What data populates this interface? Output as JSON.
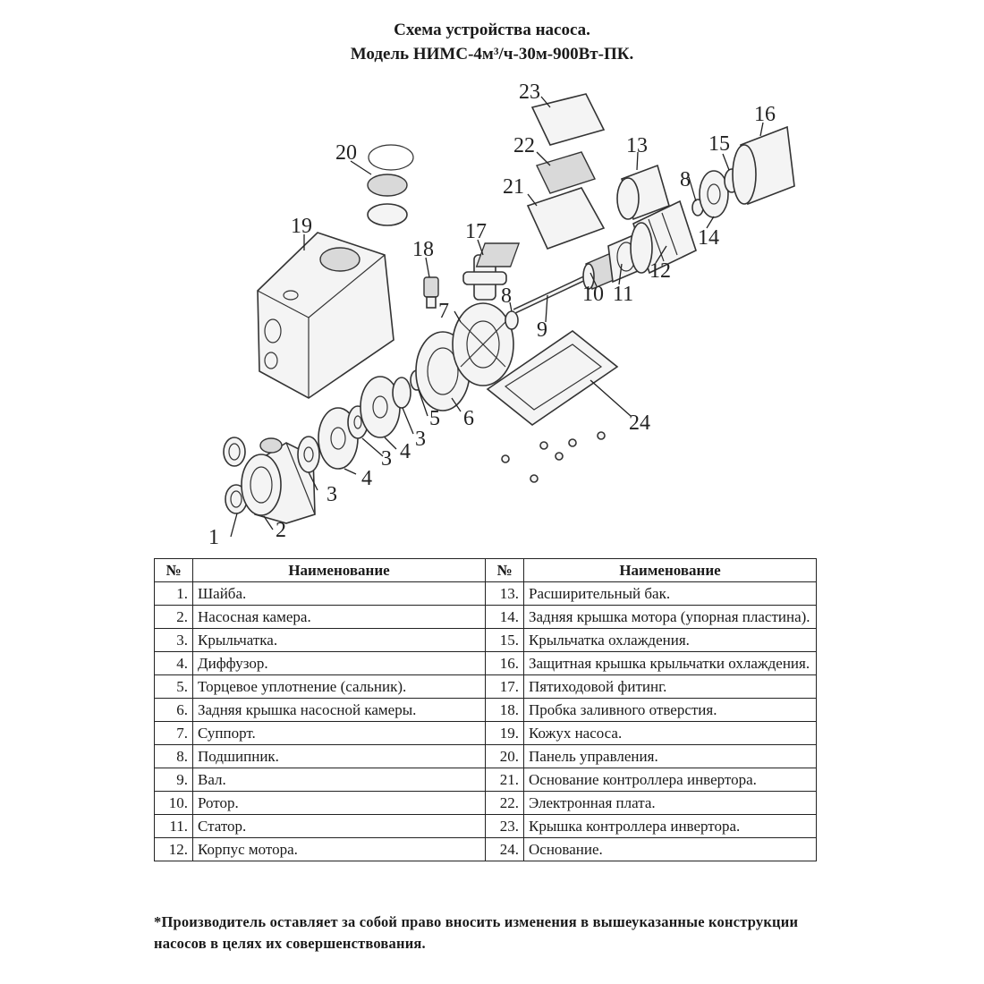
{
  "title": {
    "line1": "Схема устройства насоса.",
    "line2": "Модель НИМС-4м³/ч-30м-900Вт-ПК."
  },
  "callouts": [
    "1",
    "2",
    "3",
    "3",
    "3",
    "4",
    "4",
    "5",
    "6",
    "7",
    "8",
    "8",
    "9",
    "10",
    "11",
    "12",
    "13",
    "14",
    "15",
    "16",
    "17",
    "18",
    "19",
    "20",
    "21",
    "22",
    "23",
    "24"
  ],
  "table": {
    "headers": {
      "num_left": "№",
      "name_left": "Наименование",
      "num_right": "№",
      "name_right": "Наименование"
    },
    "rows": [
      {
        "n1": "1.",
        "p1": "Шайба.",
        "n2": "13.",
        "p2": "Расширительный бак."
      },
      {
        "n1": "2.",
        "p1": "Насосная камера.",
        "n2": "14.",
        "p2": "Задняя крышка мотора (упорная пластина)."
      },
      {
        "n1": "3.",
        "p1": "Крыльчатка.",
        "n2": "15.",
        "p2": "Крыльчатка охлаждения."
      },
      {
        "n1": "4.",
        "p1": "Диффузор.",
        "n2": "16.",
        "p2": "Защитная крышка крыльчатки охлаждения."
      },
      {
        "n1": "5.",
        "p1": "Торцевое уплотнение (сальник).",
        "n2": "17.",
        "p2": "Пятиходовой фитинг."
      },
      {
        "n1": "6.",
        "p1": "Задняя крышка насосной камеры.",
        "n2": "18.",
        "p2": "Пробка заливного отверстия."
      },
      {
        "n1": "7.",
        "p1": "Суппорт.",
        "n2": "19.",
        "p2": "Кожух насоса."
      },
      {
        "n1": "8.",
        "p1": "Подшипник.",
        "n2": "20.",
        "p2": "Панель управления."
      },
      {
        "n1": "9.",
        "p1": "Вал.",
        "n2": "21.",
        "p2": "Основание контроллера инвертора."
      },
      {
        "n1": "10.",
        "p1": "Ротор.",
        "n2": "22.",
        "p2": "Электронная плата."
      },
      {
        "n1": "11.",
        "p1": "Статор.",
        "n2": "23.",
        "p2": "Крышка контроллера инвертора."
      },
      {
        "n1": "12.",
        "p1": "Корпус мотора.",
        "n2": "24.",
        "p2": "Основание."
      }
    ]
  },
  "footnote": "*Производитель оставляет за собой право вносить изменения в вышеуказанные конструкции насосов в целях их совершенствования."
}
